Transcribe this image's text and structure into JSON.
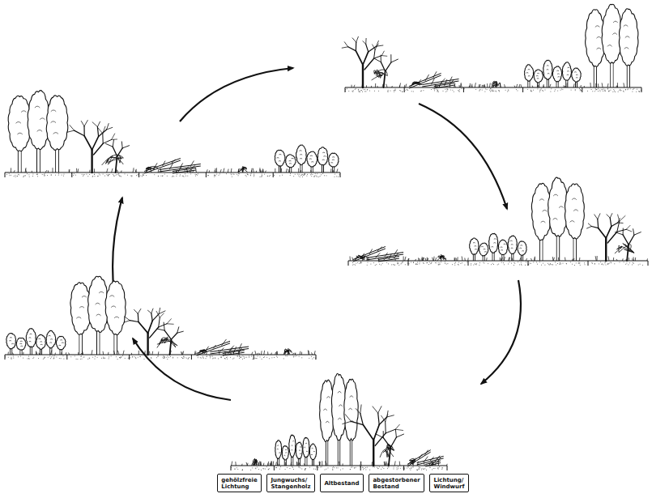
{
  "diagram": {
    "nodes": [
      {
        "text": [
          "gehölzfreie Lichtung"
        ]
      },
      {
        "text": [
          "Jungwuchs/ Stangenholz"
        ]
      },
      {
        "text": [
          "Altbestand"
        ]
      },
      {
        "text": [
          "abgestorbener Bestand"
        ]
      },
      {
        "text": [
          "Lichtung/ Windwurf"
        ]
      }
    ]
  }
}
